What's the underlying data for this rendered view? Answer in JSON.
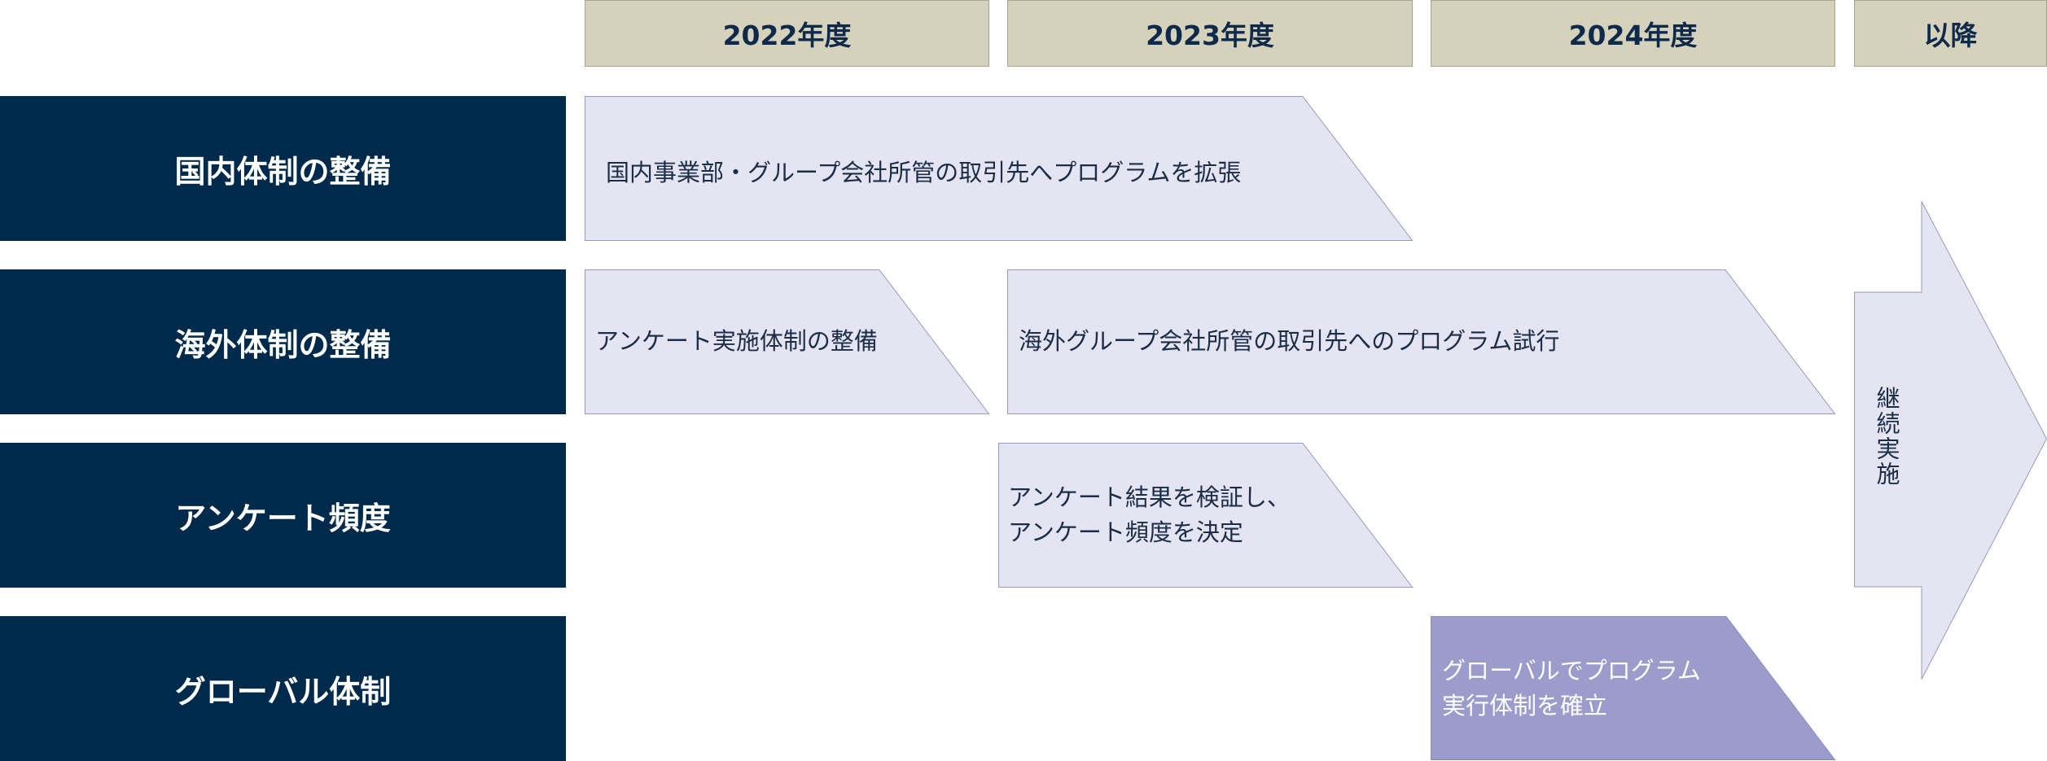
{
  "colors": {
    "header_bg": "#d6d1bb",
    "label_bg": "#002a4c",
    "light_arrow": "#e4e4f2",
    "accent_arrow": "#9c9ccc",
    "arrow_stroke": "#9a9ab5"
  },
  "timeline": {
    "years": [
      "2022年度",
      "2023年度",
      "2024年度",
      "以降"
    ]
  },
  "rows": [
    {
      "label": "国内体制の整備"
    },
    {
      "label": "海外体制の整備"
    },
    {
      "label": "アンケート頻度"
    },
    {
      "label": "グローバル体制"
    }
  ],
  "tasks": {
    "domestic_expand": "国内事業部・グループ会社所管の取引先へプログラムを拡張",
    "survey_setup": "アンケート実施体制の整備",
    "overseas_trial": "海外グループ会社所管の取引先へのプログラム試行",
    "survey_frequency": "アンケート結果を検証し、\nアンケート頻度を決定",
    "global_system": "グローバルでプログラム\n実行体制を確立",
    "continue": "継続実施"
  }
}
